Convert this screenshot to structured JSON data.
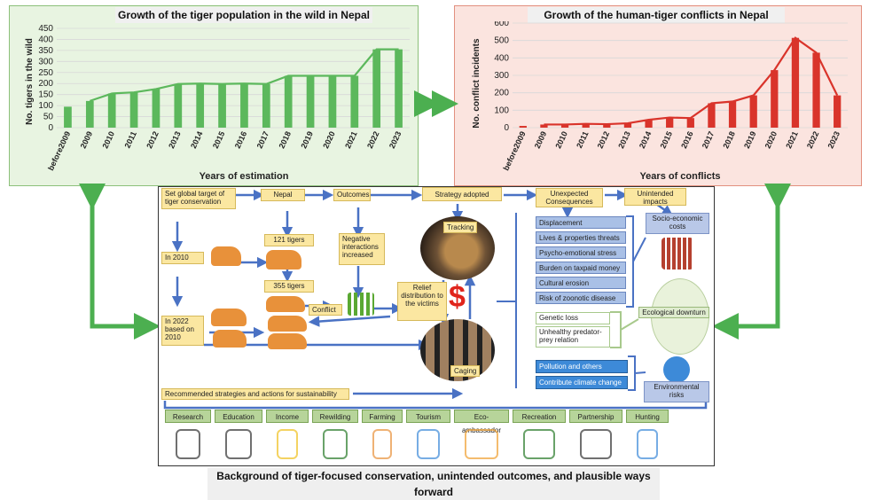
{
  "charts": {
    "left": {
      "title": "Growth of the tiger population in the wild in Nepal",
      "ylabel": "No. tigers in the wild",
      "xlabel": "Years of estimation",
      "yticks": [
        "0",
        "50",
        "100",
        "150",
        "200",
        "250",
        "300",
        "350",
        "400",
        "450"
      ]
    },
    "right": {
      "title": "Growth of the human-tiger conflicts in Nepal",
      "ylabel": "No. conflict incidents",
      "xlabel": "Years of conflicts",
      "yticks": [
        "0",
        "100",
        "200",
        "300",
        "400",
        "500",
        "600"
      ]
    }
  },
  "chart_data": [
    {
      "type": "bar",
      "title": "Growth of the tiger population in the wild in Nepal",
      "xlabel": "Years of estimation",
      "ylabel": "No. tigers in the wild",
      "ylim": [
        0,
        450
      ],
      "categories": [
        "before2009",
        "2009",
        "2010",
        "2011",
        "2012",
        "2013",
        "2014",
        "2015",
        "2016",
        "2017",
        "2018",
        "2019",
        "2020",
        "2021",
        "2022",
        "2023"
      ],
      "values": [
        95,
        121,
        155,
        160,
        175,
        198,
        200,
        198,
        200,
        198,
        235,
        235,
        235,
        235,
        355,
        355
      ],
      "trend_line": true,
      "color": "#5cb85c"
    },
    {
      "type": "bar",
      "title": "Growth of the human-tiger conflicts in Nepal",
      "xlabel": "Years of conflicts",
      "ylabel": "No. conflict incidents",
      "ylim": [
        0,
        600
      ],
      "categories": [
        "before2009",
        "2009",
        "2010",
        "2011",
        "2012",
        "2013",
        "2014",
        "2015",
        "2016",
        "2017",
        "2018",
        "2019",
        "2020",
        "2021",
        "2022",
        "2023"
      ],
      "values": [
        10,
        18,
        18,
        22,
        20,
        25,
        45,
        58,
        55,
        140,
        150,
        185,
        330,
        515,
        430,
        185
      ],
      "trend_line": true,
      "color": "#d9342b"
    }
  ],
  "diagram": {
    "global_target": "Set global target of tiger conservation",
    "nepal": "Nepal",
    "outcomes": "Outcomes",
    "strategy": "Strategy adopted",
    "unexpected": "Unexpected Consequences",
    "unintended": "Unintended impacts",
    "in2010": "In 2010",
    "tigers121": "121 tigers",
    "tigers355": "355 tigers",
    "in2022": "In 2022 based on 2010",
    "negative": "Negative interactions increased",
    "conflict": "Conflict",
    "relief": "Relief distribution to the victims",
    "tracking": "Tracking",
    "caging": "Caging",
    "dollar": "$",
    "consequences": [
      "Displacement",
      "Lives & properties threats",
      "Psycho-emotional stress",
      "Burden on taxpaid money",
      "Cultural erosion",
      "Risk of zoonotic disease"
    ],
    "socio": "Socio-economic costs",
    "eco_items": [
      "Genetic loss",
      "Unhealthy predator-prey relation"
    ],
    "eco": "Ecological downturn",
    "env_items": [
      "Pollution and others",
      "Contribute climate change"
    ],
    "env": "Environmental risks",
    "recommended": "Recommended strategies and actions for sustainability",
    "strategies": [
      "Research",
      "Education",
      "Income",
      "Rewilding",
      "Farming",
      "Tourism",
      "Eco-ambassador",
      "Recreation",
      "Partnership",
      "Hunting"
    ]
  },
  "caption": "Background of tiger-focused conservation, unintended outcomes, and plausible ways forward",
  "colors": {
    "green_arrow": "#4caf50",
    "blue_arrow": "#4a72c4",
    "tiger": "#e8913a",
    "people": "#5aa832"
  }
}
